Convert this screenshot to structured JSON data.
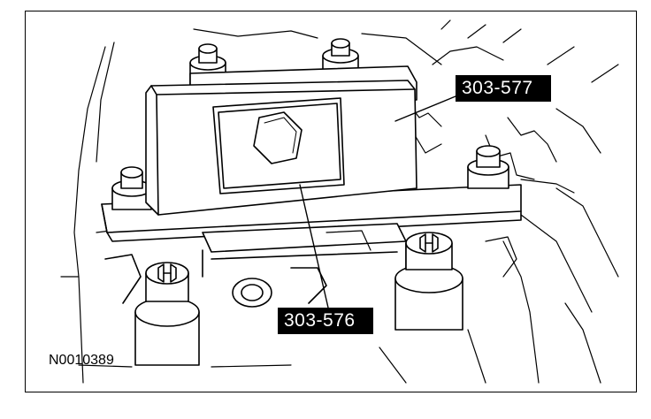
{
  "figure_id": "N0010389",
  "callouts": {
    "tool_upper": "303-577",
    "tool_lower": "303-576"
  },
  "colors": {
    "line": "#000000",
    "background": "#ffffff",
    "label_bg": "#000000",
    "label_text": "#ffffff"
  }
}
